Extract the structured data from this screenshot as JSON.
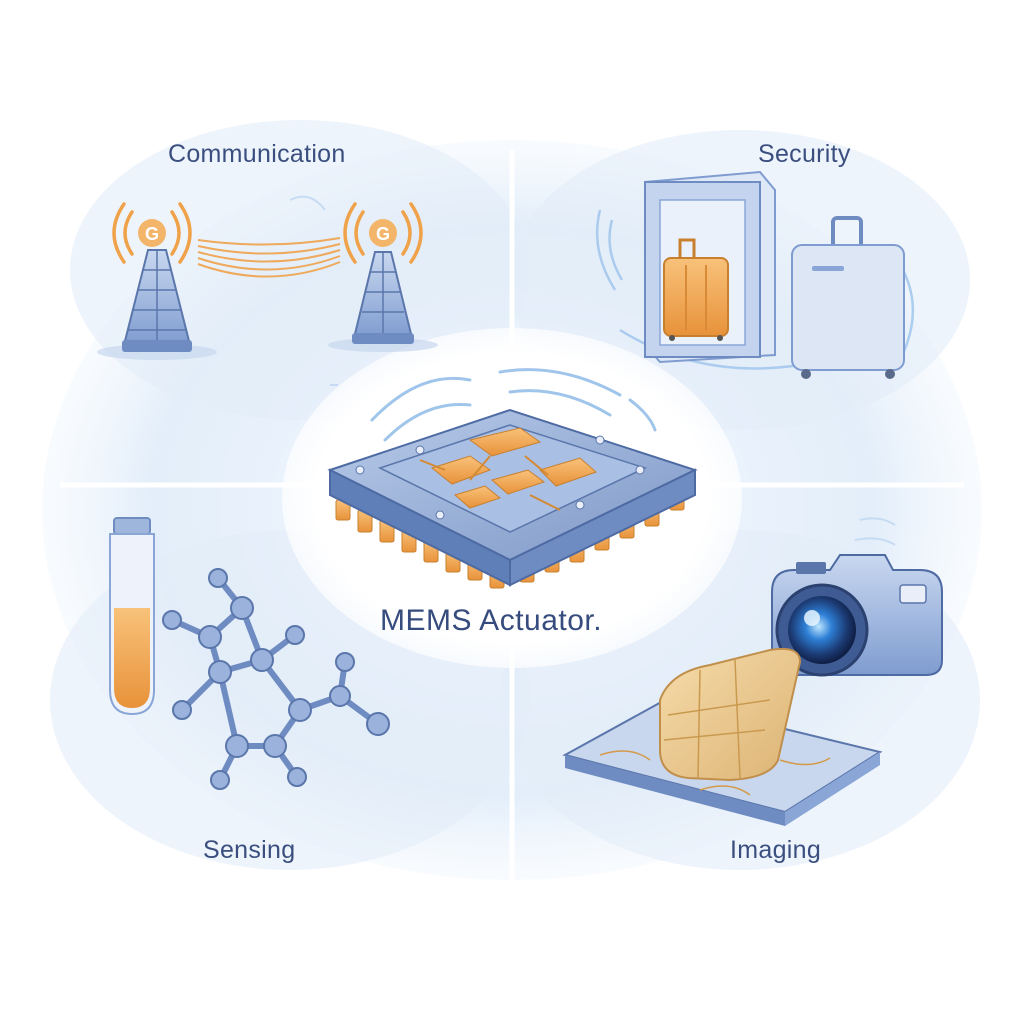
{
  "center": {
    "label": "MEMS Actuator."
  },
  "quadrants": {
    "communication": {
      "label": "Communication",
      "icon": "cell-tower-icon",
      "badge": "G"
    },
    "security": {
      "label": "Security",
      "icon": "luggage-scanner-icon"
    },
    "sensing": {
      "label": "Sensing",
      "icon": "molecule-icon"
    },
    "imaging": {
      "label": "Imaging",
      "icon": "camera-icon"
    }
  },
  "colors": {
    "label": "#3a4f7f",
    "accent_orange": "#f0a24a",
    "metal_blue": "#7f9cd0",
    "background_blue": "#e8f1fb"
  }
}
